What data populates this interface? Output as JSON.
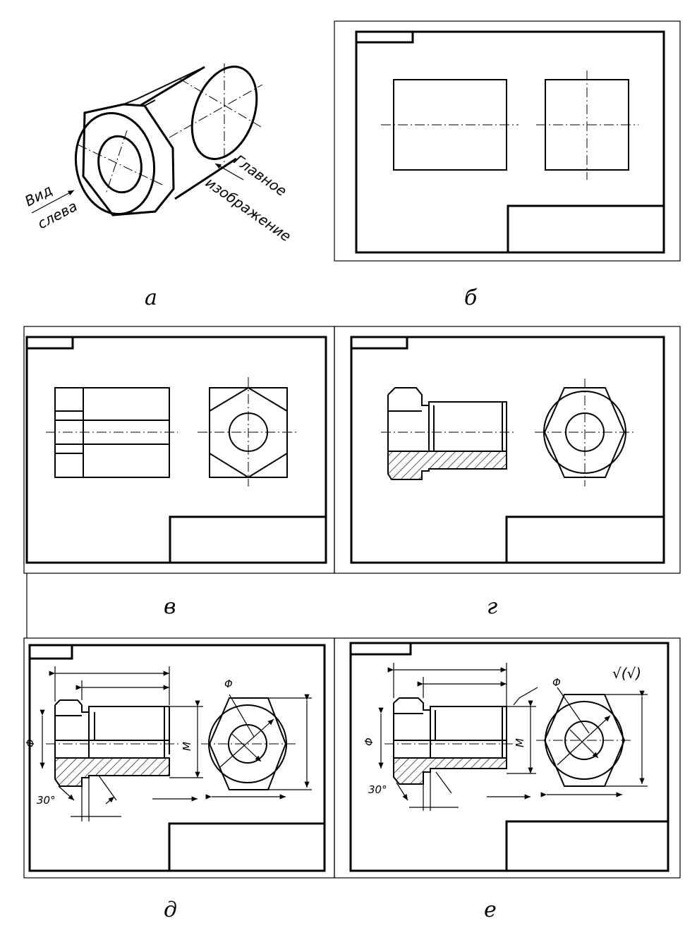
{
  "labels": {
    "vid_sleva_1": "Вид",
    "vid_sleva_2": "слева",
    "glavnoe_1": "Главное",
    "glavnoe_2": "изображение"
  },
  "captions": {
    "a": "а",
    "b": "б",
    "v": "в",
    "g": "г",
    "d": "д",
    "e": "е"
  },
  "dimensions": {
    "phi": "Φ",
    "m": "M",
    "angle": "30°",
    "roughness": "√(√)"
  }
}
